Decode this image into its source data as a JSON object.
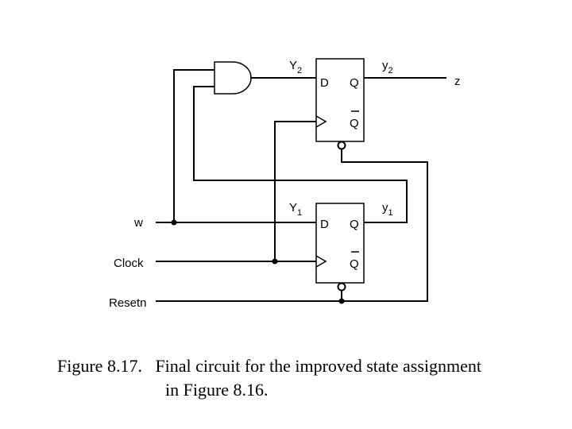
{
  "labels": {
    "Y2": {
      "main": "Y",
      "sub": "2"
    },
    "y2": {
      "main": "y",
      "sub": "2"
    },
    "Y1": {
      "main": "Y",
      "sub": "1"
    },
    "y1": {
      "main": "y",
      "sub": "1"
    },
    "ff_top_d": "D",
    "ff_top_q": "Q",
    "ff_top_qbar": "Q",
    "ff_bot_d": "D",
    "ff_bot_q": "Q",
    "ff_bot_qbar": "Q",
    "z": "z",
    "w": "w",
    "clock": "Clock",
    "resetn": "Resetn"
  },
  "caption": {
    "line1": "Figure 8.17.   Final circuit for the improved state assignment",
    "line2": "in Figure 8.16."
  }
}
